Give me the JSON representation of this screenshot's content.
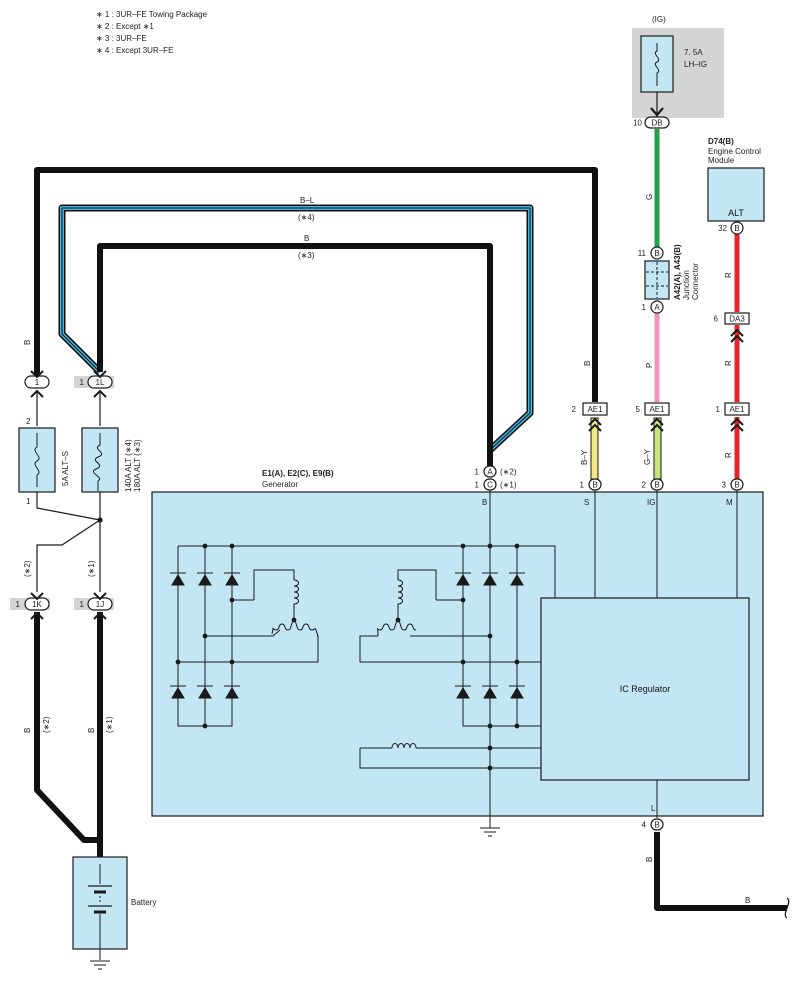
{
  "notes": [
    "∗ 1 : 3UR–FE Towing Package",
    "∗ 2 : Except ∗1",
    "∗ 3 : 3UR–FE",
    "∗ 4 : Except 3UR–FE"
  ],
  "ig": {
    "label": "(IG)",
    "fuse_rating": "7. 5A",
    "fuse_name": "LH–IG",
    "pin_left": "10",
    "pin_code": "DB"
  },
  "ecm": {
    "code": "D74(B)",
    "name_line1": "Engine Control",
    "name_line2": "Module",
    "terminal": "ALT",
    "pin": "32",
    "pin_letter": "B"
  },
  "junction": {
    "code": "A42(A), A43(B)",
    "name_line1": "Junction",
    "name_line2": "Connector",
    "pin_top": "11",
    "pin_top_letter": "B",
    "pin_bottom": "1",
    "pin_bottom_letter": "A"
  },
  "da3": {
    "pin": "6",
    "code": "DA3"
  },
  "ae1": [
    {
      "pin": "2",
      "code": "AE1"
    },
    {
      "pin": "5",
      "code": "AE1"
    },
    {
      "pin": "1",
      "code": "AE1"
    }
  ],
  "fuses": {
    "alt_s_pin_top": "2",
    "alt_s_pin_bottom": "1",
    "alt_s_label": "5A ALT–S",
    "alt_label_line1": "140A ALT (∗4)",
    "alt_label_line2": "180A ALT (∗3)",
    "conn1_pin": "1",
    "conn_1l_pin": "1",
    "conn_1l_code": "1L",
    "conn_1k_pin": "1",
    "conn_1k_code": "1K",
    "conn_1j_pin": "1",
    "conn_1j_code": "1J"
  },
  "wires": {
    "b": "B",
    "bl": "B–L",
    "g": "G",
    "p": "P",
    "r": "R",
    "by": "B–Y",
    "gy": "G–Y",
    "note4": "(∗4)",
    "note3": "(∗3)",
    "note2": "(∗2)",
    "note1": "(∗1)"
  },
  "generator": {
    "code": "E1(A), E2(C), E9(B)",
    "name": "Generator",
    "pin_a_num": "1",
    "pin_a": "A",
    "pin_a_note": "(∗2)",
    "pin_c_num": "1",
    "pin_c": "C",
    "pin_c_note": "(∗1)",
    "pin_s_num": "1",
    "pin_ig_num": "2",
    "pin_m_num": "3",
    "pin_l_num": "4",
    "pin_letter": "B",
    "term_b": "B",
    "term_s": "S",
    "term_ig": "IG",
    "term_m": "M",
    "term_l": "L",
    "regulator": "IC Regulator"
  },
  "battery": {
    "label": "Battery"
  },
  "colors": {
    "panel": "#c3e6f5",
    "grey": "#d4d4d4",
    "wire_black": "#111111",
    "wire_blue": "#45b3df",
    "wire_green": "#23a24d",
    "wire_pink": "#ef93bd",
    "wire_red": "#e2262b",
    "wire_yellow": "#f1e886",
    "wire_greenyellow": "#c6e67d"
  }
}
